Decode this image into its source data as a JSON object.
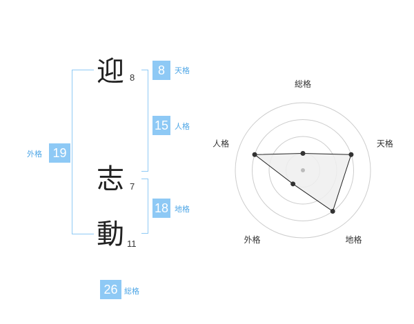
{
  "characters": [
    {
      "kanji": "迎",
      "strokes": "8"
    },
    {
      "kanji": "志",
      "strokes": "7"
    },
    {
      "kanji": "動",
      "strokes": "11"
    }
  ],
  "kakusu": {
    "tenkaku": {
      "value": "8",
      "label": "天格"
    },
    "jinkaku": {
      "value": "15",
      "label": "人格"
    },
    "chikaku": {
      "value": "18",
      "label": "地格"
    },
    "gaikaku": {
      "value": "19",
      "label": "外格"
    },
    "soukaku": {
      "value": "26",
      "label": "総格"
    }
  },
  "chart_data": {
    "type": "radar",
    "axes": [
      "総格",
      "天格",
      "地格",
      "外格",
      "人格"
    ],
    "values": [
      1,
      3,
      3,
      1,
      3
    ],
    "max": 4,
    "rings": 4,
    "grid": true,
    "colors": {
      "fill": "#eeeeee",
      "line": "#222222",
      "grid": "#cccccc",
      "point": "#333333"
    }
  },
  "colors": {
    "accent": "#8ec9f5",
    "label": "#4ea6e6"
  }
}
